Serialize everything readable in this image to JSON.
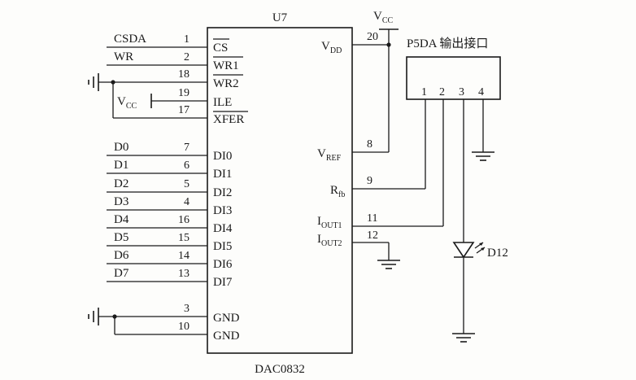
{
  "chip": {
    "ref": "U7",
    "part": "DAC0832",
    "left_pins": [
      {
        "num": "1",
        "pin": "CS",
        "overbar": true,
        "signal": "CSDA"
      },
      {
        "num": "2",
        "pin": "WR1",
        "overbar": true,
        "signal": "WR"
      },
      {
        "num": "18",
        "pin": "WR2",
        "overbar": true,
        "signal": ""
      },
      {
        "num": "19",
        "pin": "ILE",
        "overbar": false,
        "signal": ""
      },
      {
        "num": "17",
        "pin": "XFER",
        "overbar": true,
        "signal": ""
      },
      {
        "num": "7",
        "pin": "DI0",
        "overbar": false,
        "signal": "D0"
      },
      {
        "num": "6",
        "pin": "DI1",
        "overbar": false,
        "signal": "D1"
      },
      {
        "num": "5",
        "pin": "DI2",
        "overbar": false,
        "signal": "D2"
      },
      {
        "num": "4",
        "pin": "DI3",
        "overbar": false,
        "signal": "D3"
      },
      {
        "num": "16",
        "pin": "DI4",
        "overbar": false,
        "signal": "D4"
      },
      {
        "num": "15",
        "pin": "DI5",
        "overbar": false,
        "signal": "D5"
      },
      {
        "num": "14",
        "pin": "DI6",
        "overbar": false,
        "signal": "D6"
      },
      {
        "num": "13",
        "pin": "DI7",
        "overbar": false,
        "signal": "D7"
      },
      {
        "num": "3",
        "pin": "GND",
        "overbar": false,
        "signal": ""
      },
      {
        "num": "10",
        "pin": "GND",
        "overbar": false,
        "signal": ""
      }
    ],
    "right_pins": [
      {
        "num": "20",
        "pin": "V",
        "sub": "DD"
      },
      {
        "num": "8",
        "pin": "V",
        "sub": "REF"
      },
      {
        "num": "9",
        "pin": "R",
        "sub": "fb"
      },
      {
        "num": "11",
        "pin": "I",
        "sub": "OUT1"
      },
      {
        "num": "12",
        "pin": "I",
        "sub": "OUT2"
      }
    ]
  },
  "vcc_top": {
    "main": "V",
    "sub": "CC"
  },
  "vcc_ile": {
    "main": "V",
    "sub": "CC"
  },
  "connector": {
    "title": "P5DA 输出接口",
    "pins": [
      "1",
      "2",
      "3",
      "4"
    ]
  },
  "led": {
    "ref": "D12"
  }
}
